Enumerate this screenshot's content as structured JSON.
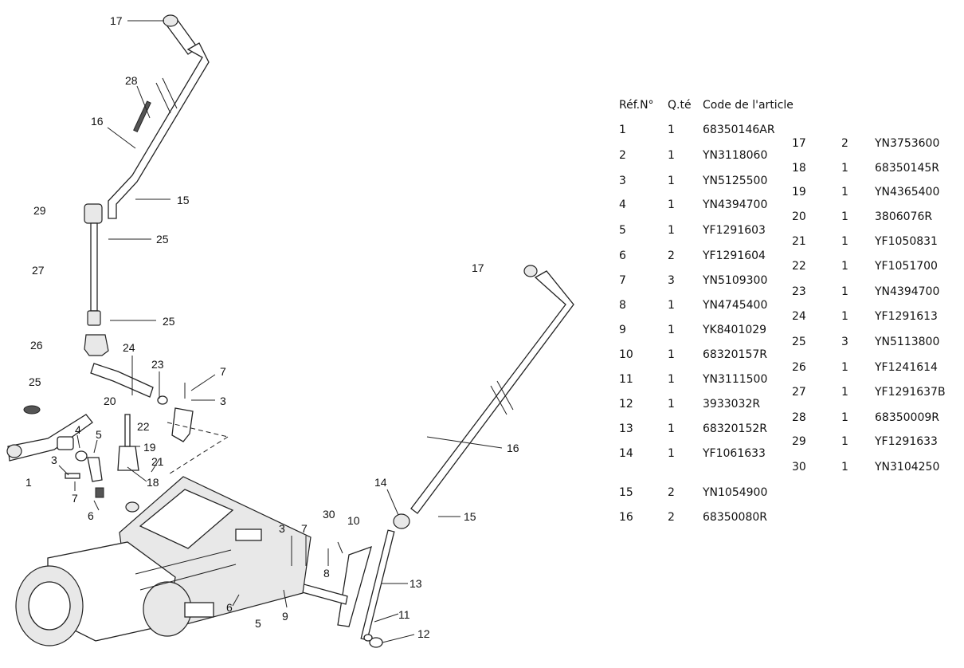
{
  "table": {
    "headers": {
      "ref": "Réf.N°",
      "qty": "Q.té",
      "code": "Code de l'article"
    },
    "rows_left": [
      {
        "ref": "1",
        "qty": "1",
        "code": "68350146AR"
      },
      {
        "ref": "2",
        "qty": "1",
        "code": "YN3118060"
      },
      {
        "ref": "3",
        "qty": "1",
        "code": "YN5125500"
      },
      {
        "ref": "4",
        "qty": "1",
        "code": "YN4394700"
      },
      {
        "ref": "5",
        "qty": "1",
        "code": "YF1291603"
      },
      {
        "ref": "6",
        "qty": "2",
        "code": "YF1291604"
      },
      {
        "ref": "7",
        "qty": "3",
        "code": "YN5109300"
      },
      {
        "ref": "8",
        "qty": "1",
        "code": "YN4745400"
      },
      {
        "ref": "9",
        "qty": "1",
        "code": "YK8401029"
      },
      {
        "ref": "10",
        "qty": "1",
        "code": "68320157R"
      },
      {
        "ref": "11",
        "qty": "1",
        "code": "YN3111500"
      },
      {
        "ref": "12",
        "qty": "1",
        "code": "3933032R"
      },
      {
        "ref": "13",
        "qty": "1",
        "code": "68320152R"
      },
      {
        "ref": "14",
        "qty": "1",
        "code": "YF1061633"
      },
      {
        "ref": "15",
        "qty": "2",
        "code": "YN1054900"
      },
      {
        "ref": "16",
        "qty": "2",
        "code": "68350080R"
      }
    ],
    "rows_right": [
      {
        "ref": "17",
        "qty": "2",
        "code": "YN3753600"
      },
      {
        "ref": "18",
        "qty": "1",
        "code": "68350145R"
      },
      {
        "ref": "19",
        "qty": "1",
        "code": "YN4365400"
      },
      {
        "ref": "20",
        "qty": "1",
        "code": "3806076R"
      },
      {
        "ref": "21",
        "qty": "1",
        "code": "YF1050831"
      },
      {
        "ref": "22",
        "qty": "1",
        "code": "YF1051700"
      },
      {
        "ref": "23",
        "qty": "1",
        "code": "YN4394700"
      },
      {
        "ref": "24",
        "qty": "1",
        "code": "YF1291613"
      },
      {
        "ref": "25",
        "qty": "3",
        "code": "YN5113800"
      },
      {
        "ref": "26",
        "qty": "1",
        "code": "YF1241614"
      },
      {
        "ref": "27",
        "qty": "1",
        "code": "YF1291637B"
      },
      {
        "ref": "28",
        "qty": "1",
        "code": "68350009R"
      },
      {
        "ref": "29",
        "qty": "1",
        "code": "YF1291633"
      },
      {
        "ref": "30",
        "qty": "1",
        "code": "YN3104250"
      }
    ]
  },
  "callouts": {
    "c17a": "17",
    "c28": "28",
    "c16a": "16",
    "c15a": "15",
    "c29": "29",
    "c25a": "25",
    "c27": "27",
    "c25b": "25",
    "c26": "26",
    "c24": "24",
    "c23": "23",
    "c7a": "7",
    "c25c": "25",
    "c3a": "3",
    "c20": "20",
    "c22": "22",
    "c19": "19",
    "c21": "21",
    "c4": "4",
    "c5a": "5",
    "c3b": "3",
    "c1": "1",
    "c7b": "7",
    "c18": "18",
    "c6a": "6",
    "c17b": "17",
    "c16b": "16",
    "c14": "14",
    "c15b": "15",
    "c30": "30",
    "c10": "10",
    "c3c": "3",
    "c7c": "7",
    "c8": "8",
    "c13": "13",
    "c6b": "6",
    "c5b": "5",
    "c9": "9",
    "c11": "11",
    "c12": "12"
  }
}
